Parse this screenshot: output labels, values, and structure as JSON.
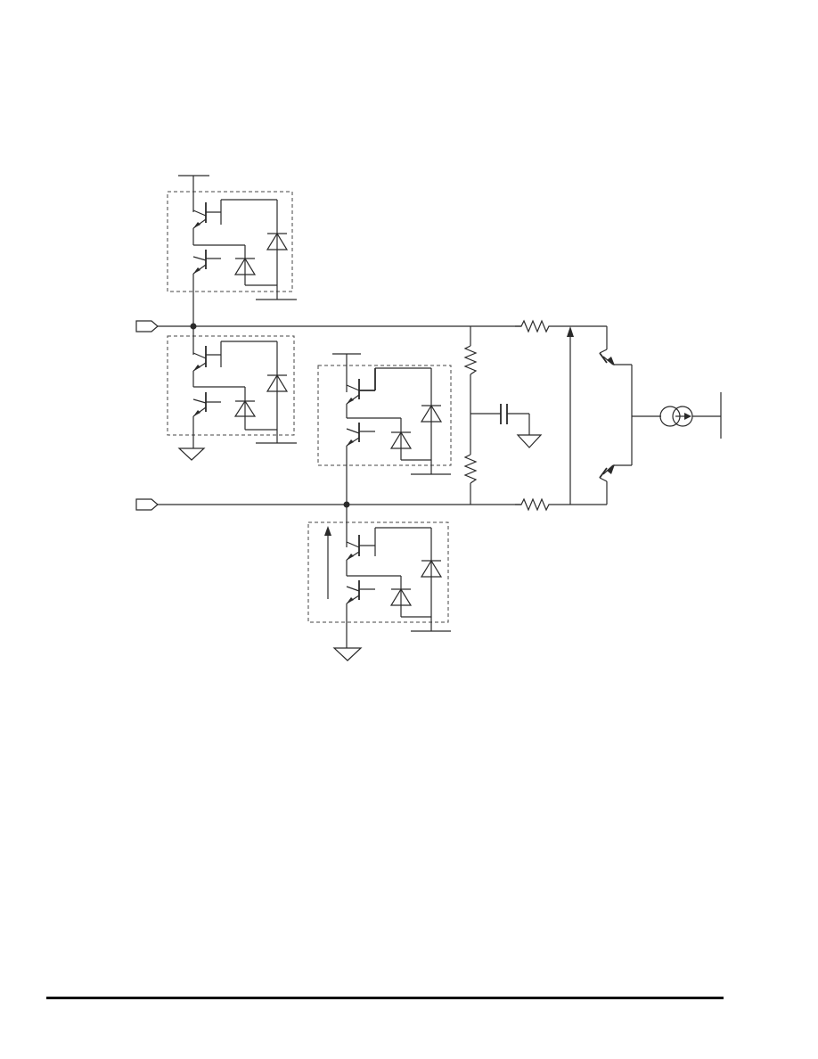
{
  "diagram": {
    "components": {
      "driver_modules": [
        "upper-left",
        "lower-left",
        "middle",
        "bottom"
      ],
      "input_ports": [
        "top-input",
        "bottom-input"
      ],
      "resistors": [
        "series-top",
        "series-bottom",
        "divider-top",
        "divider-bottom"
      ],
      "capacitor": "filter-capacitor",
      "output_transistors": [
        "upper-output",
        "lower-output"
      ],
      "transformer": "output-transformer",
      "grounds": 3
    },
    "colors": {
      "ink": "#2a2a2a",
      "background": "#ffffff"
    }
  }
}
